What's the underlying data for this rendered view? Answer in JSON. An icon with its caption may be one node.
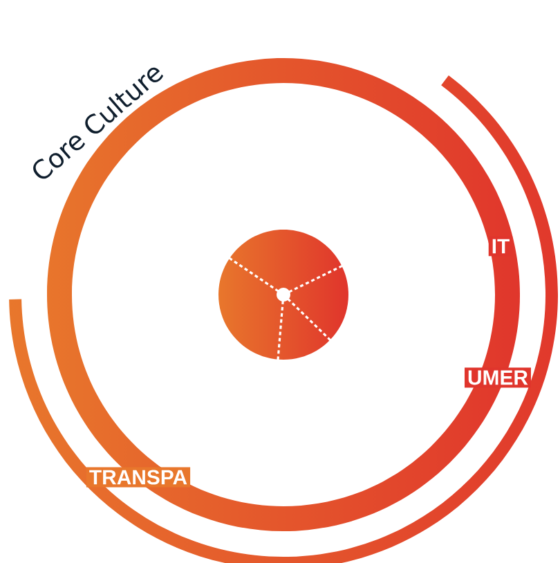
{
  "diagram": {
    "labels": [
      "Core Culture",
      "IT",
      "UMER",
      "TRANSPA"
    ]
  }
}
